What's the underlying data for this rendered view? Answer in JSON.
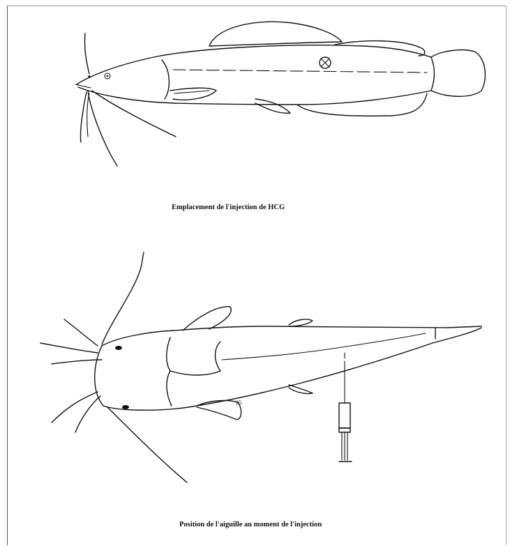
{
  "figure": {
    "caption_top": "Emplacement de l'injection de HCG",
    "caption_bottom": "Position de l'aiguille au moment de l'injection",
    "label_top_fish": "",
    "annotation_near_fin": "25."
  },
  "icons": {
    "injection_marker": "circle-cross-icon",
    "syringe": "syringe-icon"
  },
  "colors": {
    "ink": "#111111",
    "background": "#ffffff"
  }
}
